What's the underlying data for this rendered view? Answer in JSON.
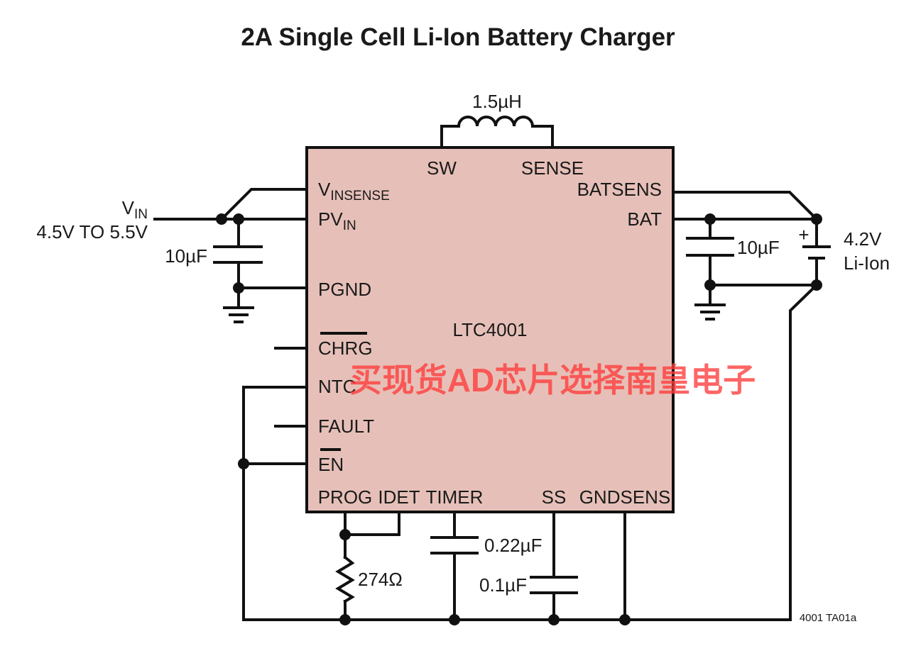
{
  "title": "2A Single Cell Li-Ion Battery Charger",
  "chip": {
    "name": "LTC4001",
    "fill_color": "#e6c0b8",
    "pins": {
      "sw": "SW",
      "sense": "SENSE",
      "vinsense_main": "V",
      "vinsense_sub": "INSENSE",
      "pvin_main": "PV",
      "pvin_sub": "IN",
      "pgnd": "PGND",
      "chrg": "CHRG",
      "ntc": "NTC",
      "fault": "FAULT",
      "en": "EN",
      "prog": "PROG",
      "idet": "IDET",
      "timer": "TIMER",
      "ss": "SS",
      "gndsens": "GNDSENS",
      "batsens": "BATSENS",
      "bat": "BAT"
    }
  },
  "components": {
    "inductor": "1.5µH",
    "vin_main": "V",
    "vin_sub": "IN",
    "vin_range": "4.5V TO 5.5V",
    "cin": "10µF",
    "cout": "10µF",
    "battery_plus": "+",
    "battery_voltage": "4.2V",
    "battery_type": "Li-Ion",
    "resistor": "274Ω",
    "ctimer": "0.22µF",
    "css": "0.1µF"
  },
  "figure_id": "4001 TA01a",
  "watermark": "买现货AD芯片选择南皇电子"
}
